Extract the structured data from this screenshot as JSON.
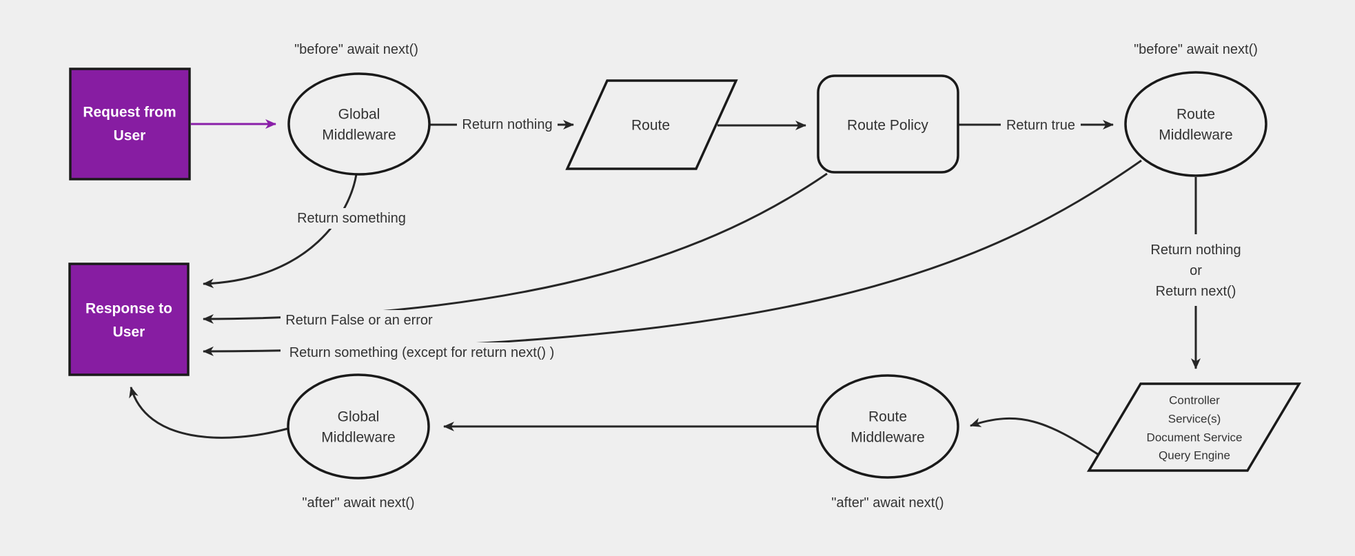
{
  "colors": {
    "background": "#efefef",
    "purple_node": "#871da2",
    "purple_arrow": "#8a1fa8",
    "edge": "#262626",
    "shape_border": "#1a1a1a",
    "node_fill": "#efefef",
    "text_dark": "#333333",
    "text_light": "#ffffff"
  },
  "nodes": {
    "request": {
      "lines": [
        "Request from",
        "User"
      ]
    },
    "response": {
      "lines": [
        "Response to",
        "User"
      ]
    },
    "global_middleware_top": {
      "lines": [
        "Global",
        "Middleware"
      ]
    },
    "route": {
      "label": "Route"
    },
    "route_policy": {
      "label": "Route Policy"
    },
    "route_middleware_top": {
      "lines": [
        "Route",
        "Middleware"
      ]
    },
    "controller": {
      "lines": [
        "Controller",
        "Service(s)",
        "Document Service",
        "Query Engine"
      ]
    },
    "route_middleware_bottom": {
      "lines": [
        "Route",
        "Middleware"
      ]
    },
    "global_middleware_bottom": {
      "lines": [
        "Global",
        "Middleware"
      ]
    }
  },
  "annotations": {
    "before_await_left": "\"before\" await next()",
    "before_await_right": "\"before\" await next()",
    "after_await_bottom_left": "\"after\" await next()",
    "after_await_bottom_right": "\"after\" await next()"
  },
  "edge_labels": {
    "return_nothing": "Return nothing",
    "return_true": "Return true",
    "return_something": "Return something",
    "return_false_or_error": "Return False or an error",
    "return_something_except": "Return something (except for return next() )",
    "return_nothing_or": {
      "lines": [
        "Return nothing",
        "or",
        "Return next()"
      ]
    }
  }
}
